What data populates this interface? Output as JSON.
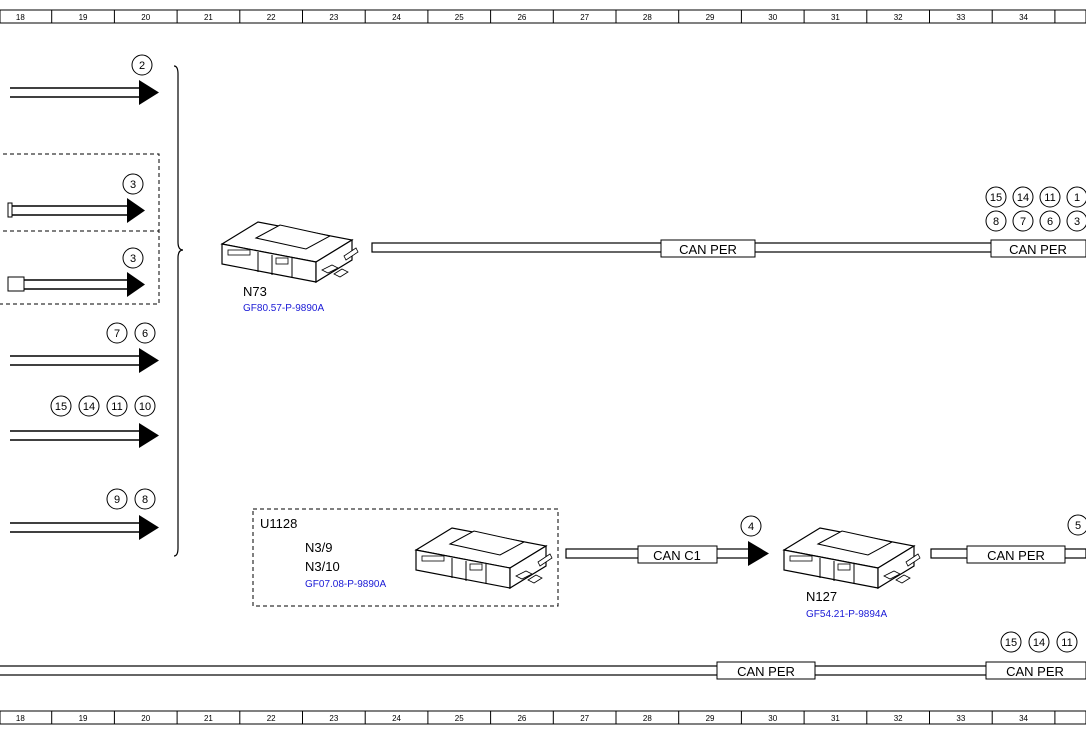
{
  "ruler": {
    "columns": [
      "18",
      "19",
      "20",
      "21",
      "22",
      "23",
      "24",
      "25",
      "26",
      "27",
      "28",
      "29",
      "30",
      "31",
      "32",
      "33",
      "34"
    ]
  },
  "left_signals": [
    {
      "refs": [
        "2"
      ]
    },
    {
      "refs": [
        "3"
      ]
    },
    {
      "refs": [
        "3"
      ]
    },
    {
      "refs": [
        "7",
        "6"
      ]
    },
    {
      "refs": [
        "15",
        "14",
        "11",
        "10"
      ]
    },
    {
      "refs": [
        "9",
        "8"
      ]
    }
  ],
  "modules": {
    "n73": {
      "name": "N73",
      "ref": "GF80.57-P-9890A"
    },
    "u1128": {
      "group": "U1128",
      "name1": "N3/9",
      "name2": "N3/10",
      "ref": "GF07.08-P-9890A"
    },
    "n127": {
      "name": "N127",
      "ref": "GF54.21-P-9894A"
    }
  },
  "buses": {
    "top_mid": "CAN PER",
    "top_right": "CAN PER",
    "mid_c1": "CAN C1",
    "mid_right": "CAN PER",
    "bottom_mid": "CAN PER",
    "bottom_right": "CAN PER"
  },
  "right_refs_top_row1": [
    "15",
    "14",
    "11",
    "1"
  ],
  "right_refs_top_row2": [
    "8",
    "7",
    "6",
    "3"
  ],
  "mid_ref": "4",
  "mid_right_ref": "5",
  "right_refs_bottom": [
    "15",
    "14",
    "11"
  ]
}
